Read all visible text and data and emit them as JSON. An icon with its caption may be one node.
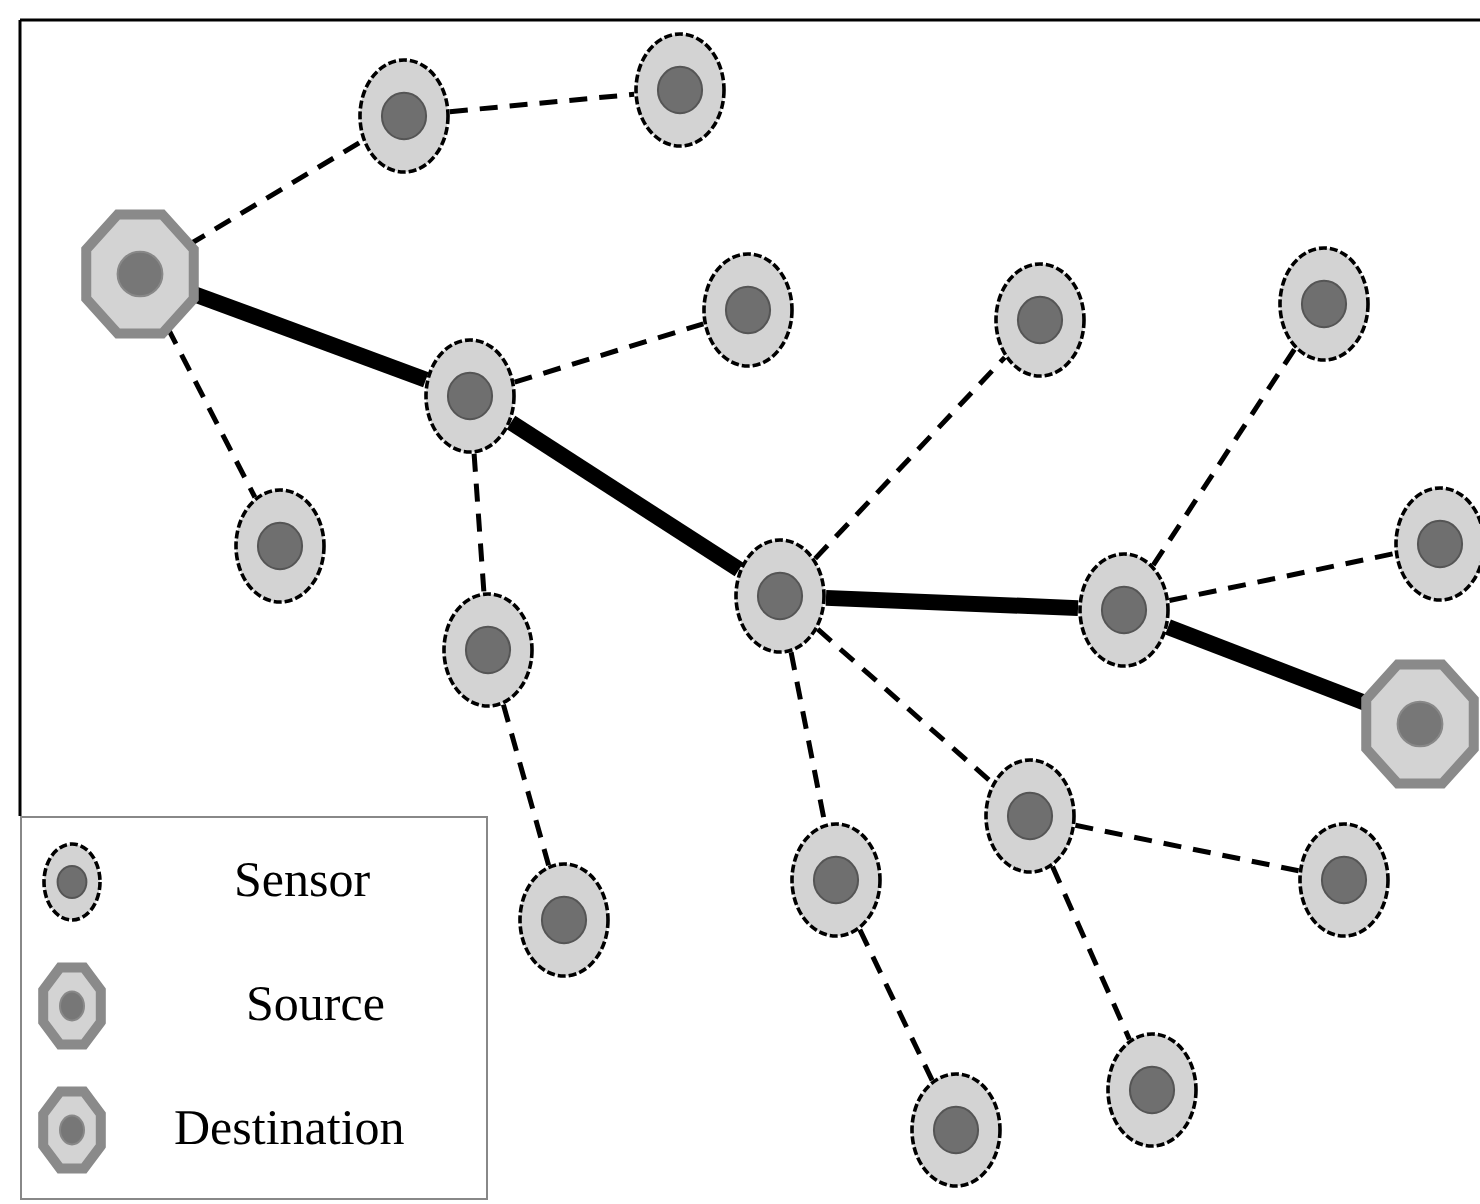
{
  "diagram": {
    "nodes": [
      {
        "text": [],
        "shape": "hexagon"
      },
      {
        "text": [],
        "shape": "circle"
      },
      {
        "text": [],
        "shape": "circle"
      },
      {
        "text": [],
        "shape": "circle"
      },
      {
        "text": [],
        "shape": "circle"
      },
      {
        "text": [],
        "shape": "circle"
      },
      {
        "text": [],
        "shape": "circle"
      },
      {
        "text": [],
        "shape": "circle"
      },
      {
        "text": [],
        "shape": "circle"
      },
      {
        "text": [],
        "shape": "circle"
      },
      {
        "text": [],
        "shape": "circle"
      },
      {
        "text": [],
        "shape": "circle"
      },
      {
        "text": [],
        "shape": "hexagon"
      },
      {
        "text": [],
        "shape": "circle"
      },
      {
        "text": [],
        "shape": "circle"
      },
      {
        "text": [],
        "shape": "circle"
      },
      {
        "text": [],
        "shape": "circle"
      },
      {
        "text": [],
        "shape": "circle"
      },
      {
        "text": [],
        "shape": "circle"
      }
    ],
    "edges": [
      {
        "from": 0,
        "to": 1,
        "arrow": "none",
        "style": "dashed"
      },
      {
        "from": 1,
        "to": 2,
        "arrow": "none",
        "style": "dashed"
      },
      {
        "from": 0,
        "to": 4,
        "arrow": "none",
        "style": "thick"
      },
      {
        "from": 4,
        "to": 3,
        "arrow": "none",
        "style": "dashed"
      },
      {
        "from": 0,
        "to": 5,
        "arrow": "none",
        "style": "dashed"
      },
      {
        "from": 4,
        "to": 8,
        "arrow": "none",
        "style": "thick"
      },
      {
        "from": 4,
        "to": 9,
        "arrow": "none",
        "style": "dashed"
      },
      {
        "from": 9,
        "to": 13,
        "arrow": "none",
        "style": "dashed"
      },
      {
        "from": 8,
        "to": 6,
        "arrow": "none",
        "style": "dashed"
      },
      {
        "from": 8,
        "to": 14,
        "arrow": "none",
        "style": "dashed"
      },
      {
        "from": 8,
        "to": 15,
        "arrow": "none",
        "style": "dashed"
      },
      {
        "from": 8,
        "to": 10,
        "arrow": "none",
        "style": "thick"
      },
      {
        "from": 10,
        "to": 7,
        "arrow": "none",
        "style": "dashed"
      },
      {
        "from": 10,
        "to": 11,
        "arrow": "none",
        "style": "dashed"
      },
      {
        "from": 10,
        "to": 12,
        "arrow": "none",
        "style": "thick"
      },
      {
        "from": 15,
        "to": 16,
        "arrow": "none",
        "style": "dashed"
      },
      {
        "from": 15,
        "to": 18,
        "arrow": "none",
        "style": "dashed"
      },
      {
        "from": 14,
        "to": 17,
        "arrow": "none",
        "style": "dashed"
      }
    ],
    "legend": [
      {
        "text": "Sensor"
      },
      {
        "text": "Source"
      },
      {
        "text": "Destination"
      }
    ]
  }
}
